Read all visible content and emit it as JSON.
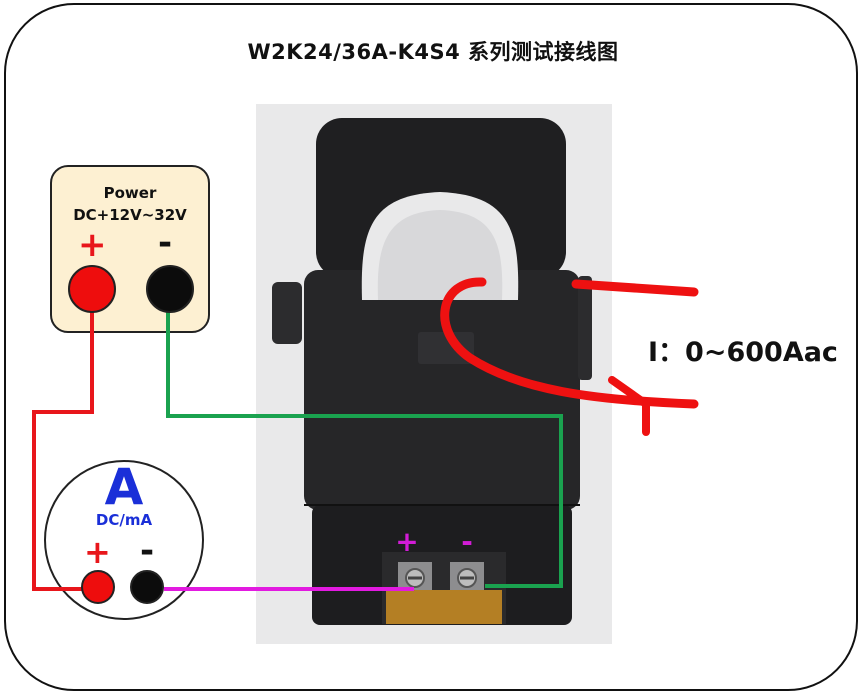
{
  "title": "W2K24/36A-K4S4  系列测试接线图",
  "power_supply": {
    "title": "Power",
    "voltage_range": "DC+12V~32V",
    "plus_label": "+",
    "minus_label": "-"
  },
  "ammeter": {
    "symbol": "A",
    "unit": "DC/mA",
    "plus_label": "+",
    "minus_label": "-"
  },
  "sensor": {
    "plus_label": "+",
    "minus_label": "-"
  },
  "current_label": "I：0~600Aac",
  "colors": {
    "positive_wire": "#e8161b",
    "negative_wire": "#1aa24f",
    "signal_wire": "#e21ae0",
    "primary_conductor": "#ee1111",
    "meter_text": "#1a2fd8",
    "sensor_terminal_label": "#d21cd6",
    "power_box_fill": "#fdf0d2"
  }
}
